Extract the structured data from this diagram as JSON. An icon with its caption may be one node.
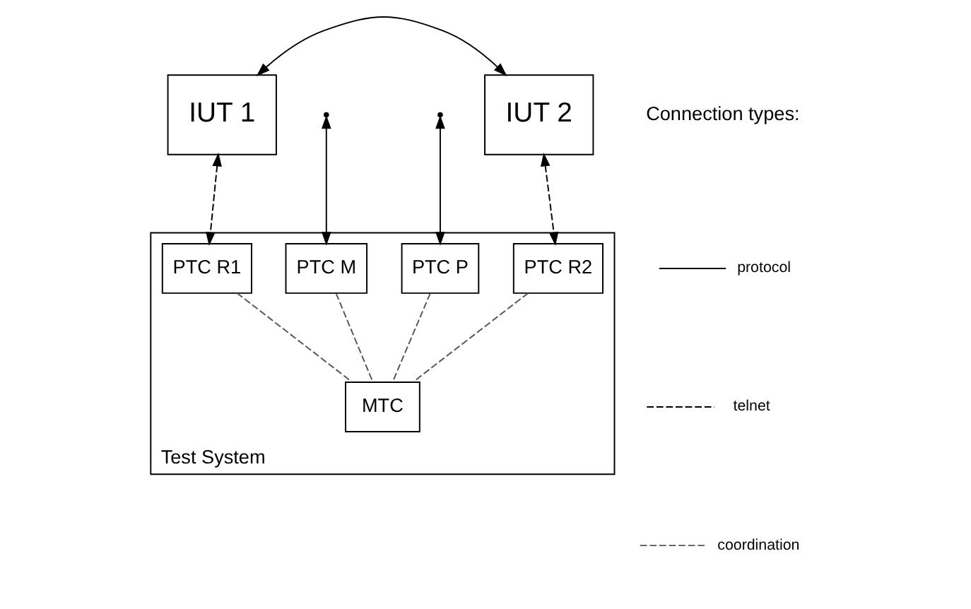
{
  "diagram": {
    "nodes": [
      {
        "text": [
          "IUT 1"
        ]
      },
      {
        "text": [
          "IUT 2"
        ]
      },
      {
        "text": [
          "Test System"
        ]
      },
      {
        "text": [
          "PTC R1"
        ],
        "in": 2
      },
      {
        "text": [
          "PTC M"
        ],
        "in": 2
      },
      {
        "text": [
          "PTC P"
        ],
        "in": 2
      },
      {
        "text": [
          "PTC R2"
        ],
        "in": 2
      },
      {
        "text": [
          "MTC"
        ],
        "in": 2
      }
    ],
    "edges": [
      {
        "from": 0,
        "to": 1,
        "arrow": "both"
      },
      {
        "from": null,
        "to": 4,
        "arrow": "both"
      },
      {
        "from": null,
        "to": 5,
        "arrow": "both"
      },
      {
        "from": 0,
        "to": 3,
        "arrow": "both",
        "style": "dashed"
      },
      {
        "from": 1,
        "to": 6,
        "arrow": "both",
        "style": "dashed"
      },
      {
        "from": 3,
        "to": 7,
        "arrow": "none",
        "style": "dashed",
        "color": "#555555"
      },
      {
        "from": 4,
        "to": 7,
        "arrow": "none",
        "style": "dashed",
        "color": "#555555"
      },
      {
        "from": 5,
        "to": 7,
        "arrow": "none",
        "style": "dashed",
        "color": "#555555"
      },
      {
        "from": 6,
        "to": 7,
        "arrow": "none",
        "style": "dashed",
        "color": "#555555"
      }
    ],
    "labels": [
      "Connection types:"
    ],
    "legend": [
      {
        "text": "protocol"
      },
      {
        "text": "telnet"
      },
      {
        "text": "coordination"
      }
    ]
  }
}
